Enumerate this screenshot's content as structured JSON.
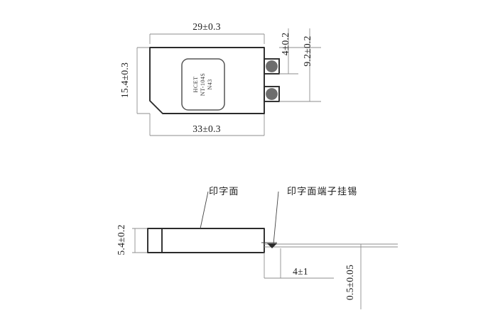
{
  "drawing": {
    "title": "Battery cell mechanical outline drawing",
    "background_color": "#ffffff",
    "line_color": "#2b2b2b",
    "thin_line_color": "#8d8d8d",
    "pad_color": "#6d6d6d",
    "units": "mm"
  },
  "top_view": {
    "name": "top-view",
    "part_label": {
      "line1": "HCET",
      "line2": "NT-104S",
      "line3": "N43",
      "rotation_deg": -90
    },
    "dimensions": {
      "body_width": "29±0.3",
      "overall_width": "33±0.3",
      "body_height": "15.4±0.3",
      "terminal_offset": "4±0.2",
      "terminal_span": "9.2±0.2"
    }
  },
  "side_view": {
    "name": "side-view",
    "dimensions": {
      "thickness": "5.4±0.2",
      "tab_length": "4±1",
      "tab_thickness": "0.5±0.05"
    },
    "annotations": {
      "printed_surface": "印字面",
      "terminal_tinning": "印字面端子挂锡"
    }
  }
}
